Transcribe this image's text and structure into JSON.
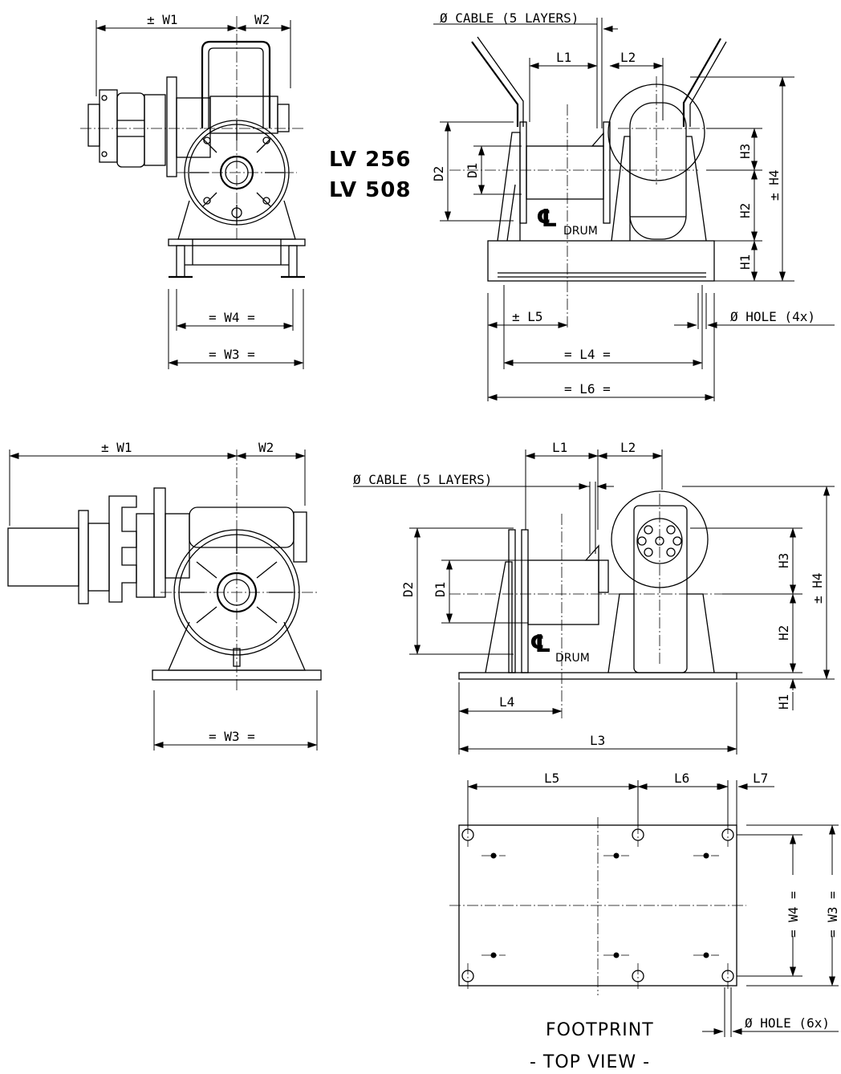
{
  "models": [
    "LV 256",
    "LV 508"
  ],
  "top_front": {
    "w1": "± W1",
    "w2": "W2",
    "w3": "= W3 =",
    "w4": "= W4 ="
  },
  "top_side": {
    "cable": "Ø CABLE (5 LAYERS)",
    "l1": "L1",
    "l2": "L2",
    "d1": "D1",
    "d2": "D2",
    "cl_symbol": "℄",
    "drum": "DRUM",
    "h1": "H1",
    "h2": "H2",
    "h3": "H3",
    "h4": "± H4",
    "l5": "± L5",
    "l4": "= L4 =",
    "l6": "= L6 =",
    "hole": "Ø HOLE (4x)"
  },
  "bottom_front": {
    "w1": "± W1",
    "w2": "W2",
    "w3": "= W3 ="
  },
  "bottom_side": {
    "cable": "Ø CABLE (5 LAYERS)",
    "l1": "L1",
    "l2": "L2",
    "d1": "D1",
    "d2": "D2",
    "cl_symbol": "℄",
    "drum": "DRUM",
    "h1": "H1",
    "h2": "H2",
    "h3": "H3",
    "h4": "± H4",
    "l4": "L4",
    "l3": "L3"
  },
  "footprint": {
    "l5": "L5",
    "l6": "L6",
    "l7": "L7",
    "w4": "= W4 =",
    "w3": "= W3 =",
    "hole": "Ø HOLE (6x)",
    "title": "FOOTPRINT",
    "subtitle": "- TOP VIEW -"
  }
}
